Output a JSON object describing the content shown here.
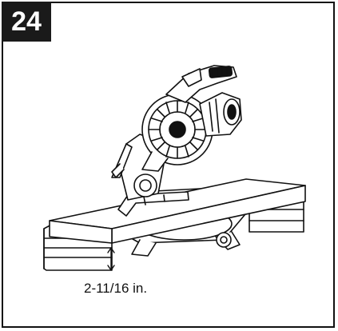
{
  "step": {
    "number": "24"
  },
  "illustration": {
    "subject": "miter-saw-on-raised-workpiece",
    "measurement": {
      "label": "2-11/16 in."
    }
  },
  "colors": {
    "line": "#111111",
    "badge": "#1a1a1a",
    "background": "#ffffff"
  }
}
